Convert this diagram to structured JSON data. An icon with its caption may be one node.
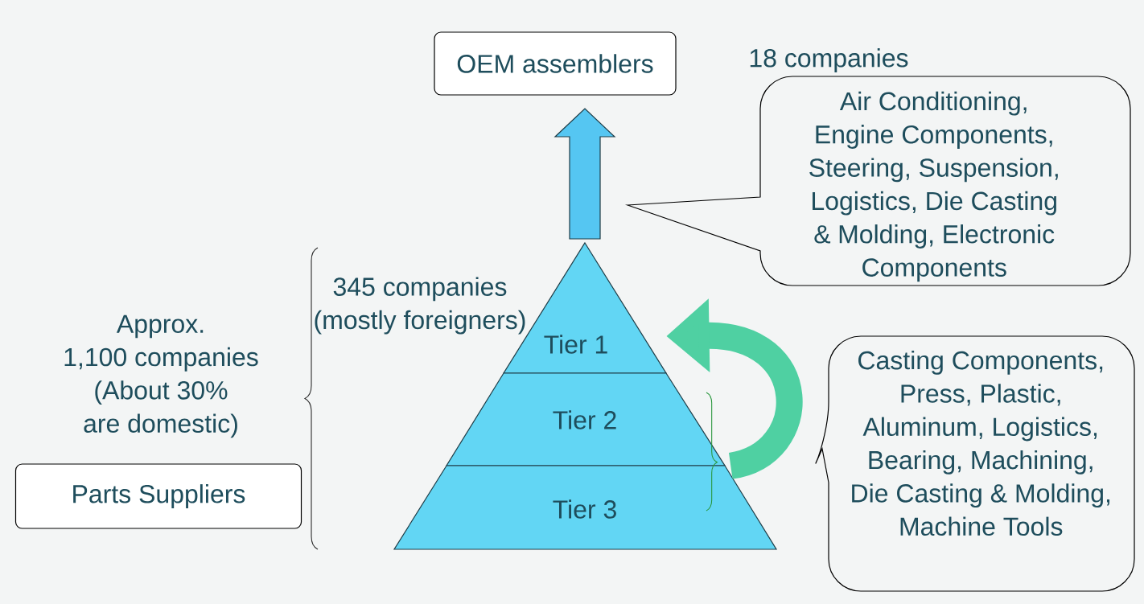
{
  "diagram": {
    "nodes": [
      {
        "text": [
          "OEM assemblers"
        ]
      },
      {
        "text": [
          "Tier 1"
        ]
      },
      {
        "text": [
          "Tier 2"
        ]
      },
      {
        "text": [
          "Tier 3"
        ]
      },
      {
        "text": [
          "Air Conditioning, Engine Components, Steering, Suspension, Logistics, Die Casting & Molding, Electronic Components"
        ],
        "beside": [
          "18 companies"
        ]
      },
      {
        "text": [
          "Casting Components, Press, Plastic, Aluminum, Logistics, Bearing, Machining, Die Casting & Molding, Machine Tools"
        ]
      },
      {
        "text": [
          "Parts Suppliers"
        ]
      }
    ],
    "edges": [
      {
        "from": 1,
        "to": 0,
        "arrow": "to",
        "color": "#55c6f2"
      },
      {
        "from": 2,
        "to": 1,
        "arrow": "to",
        "color": "#4fd0a2"
      }
    ],
    "labels": [
      "345 companies (mostly foreigners)",
      "Approx. 1,100 companies (About 30% are domestic)"
    ]
  }
}
